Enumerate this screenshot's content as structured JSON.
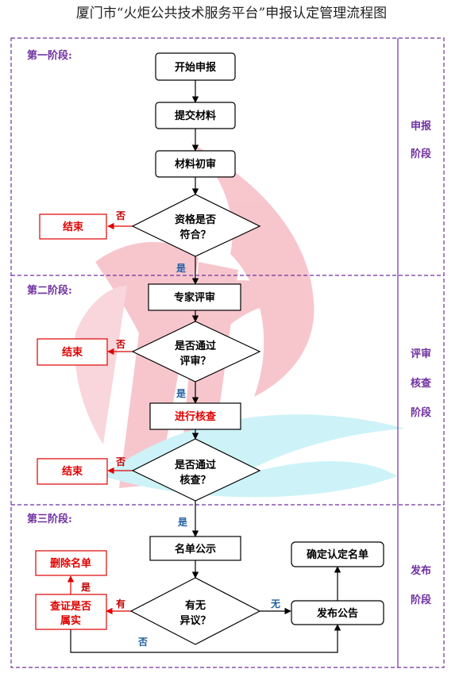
{
  "title": "厦门市“火炬公共技术服务平台”申报认定管理流程图",
  "stages": {
    "stage1": "第一阶段:",
    "stage2": "第二阶段:",
    "stage3": "第三阶段:"
  },
  "side_labels": {
    "s1_line1": "申报",
    "s1_line2": "阶段",
    "s2_line1": "评审",
    "s2_line2": "核查",
    "s2_line3": "阶段",
    "s3_line1": "发布",
    "s3_line2": "阶段"
  },
  "nodes": {
    "start": "开始申报",
    "submit": "提交材料",
    "review": "材料初审",
    "qualify_l1": "资格是否",
    "qualify_l2": "符合？",
    "end1": "结束",
    "expert": "专家评审",
    "pass_review_l1": "是否通过",
    "pass_review_l2": "评审？",
    "end2": "结束",
    "verify": "进行核查",
    "pass_verify_l1": "是否通过",
    "pass_verify_l2": "核查？",
    "end3": "结束",
    "publicity": "名单公示",
    "objection_l1": "有无",
    "objection_l2": "异议？",
    "check_l1": "查证是否",
    "check_l2": "属实",
    "delete": "删除名单",
    "announce": "发布公告",
    "confirm": "确定认定名单"
  },
  "edges": {
    "no1": "否",
    "yes1": "是",
    "no2": "否",
    "yes2": "是",
    "no3": "否",
    "yes3": "是",
    "has": "有",
    "none": "无",
    "yes4": "是",
    "no4": "否"
  },
  "colors": {
    "stage_purple": "#7030a0",
    "end_red": "#e00000",
    "yes_blue": "#1f5fa0",
    "no_red": "#c00000",
    "watermark_red": "#f7c0c8",
    "watermark_cyan": "#c8f2f8"
  }
}
